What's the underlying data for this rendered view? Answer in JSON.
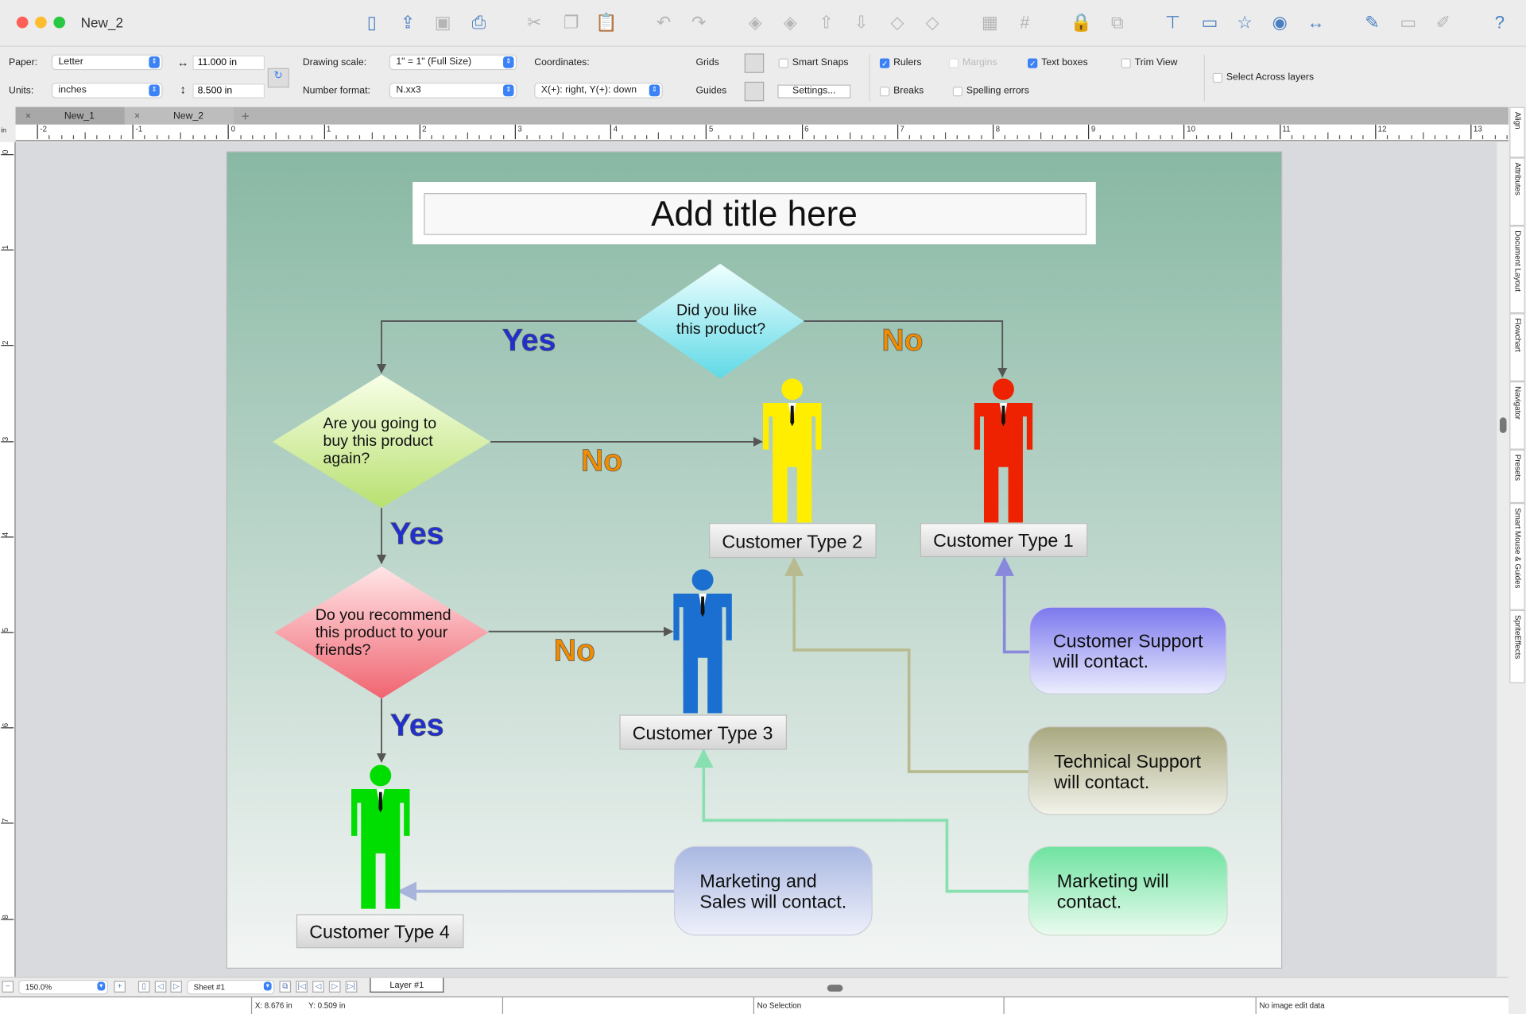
{
  "window": {
    "title": "New_2"
  },
  "toolbar_icons": [
    "new-doc",
    "open",
    "save",
    "print",
    "cut",
    "copy",
    "paste",
    "undo",
    "redo",
    "layer-up",
    "layer-down",
    "bring-forward",
    "send-backward",
    "group",
    "ungroup",
    "table",
    "grid",
    "lock",
    "unlock",
    "guide",
    "ruler",
    "shape",
    "insert",
    "arrow",
    "edit",
    "present",
    "pen",
    "help"
  ],
  "props": {
    "paper_label": "Paper:",
    "paper_value": "Letter",
    "units_label": "Units:",
    "units_value": "inches",
    "width_value": "11.000 in",
    "height_value": "8.500 in",
    "drawing_scale_label": "Drawing scale:",
    "drawing_scale_value": "1\" = 1\"   (Full Size)",
    "number_format_label": "Number format:",
    "number_format_value": "N.xx3",
    "coordinates_label": "Coordinates:",
    "coordinates_value": "X(+): right, Y(+): down",
    "grids_label": "Grids",
    "guides_label": "Guides",
    "smart_snaps": "Smart Snaps",
    "settings_btn": "Settings...",
    "rulers": "Rulers",
    "margins": "Margins",
    "text_boxes": "Text boxes",
    "trim_view": "Trim View",
    "breaks": "Breaks",
    "spelling_errors": "Spelling errors",
    "select_across_layers": "Select Across layers"
  },
  "tabs": [
    {
      "label": "New_1"
    },
    {
      "label": "New_2"
    }
  ],
  "ruler": {
    "h": [
      "-2",
      "-1",
      "0",
      "1",
      "2",
      "3",
      "4",
      "5",
      "6",
      "7",
      "8",
      "9",
      "10",
      "11",
      "12",
      "13"
    ],
    "v": [
      "0",
      "1",
      "2",
      "3",
      "4",
      "5",
      "6",
      "7",
      "8"
    ],
    "unit": "in"
  },
  "side_tabs": [
    "Align",
    "Attributes",
    "Document Layout",
    "Flowchart",
    "Navigator",
    "Presets",
    "Smart Mouse & Guides",
    "SpriteEffects"
  ],
  "diagram": {
    "title": "Add title here",
    "q1": [
      "Did you like",
      "this product?"
    ],
    "q2": [
      "Are you going to",
      "buy this product",
      "again?"
    ],
    "q3": [
      "Do you recommend",
      "this product to your",
      "friends?"
    ],
    "yes": "Yes",
    "no": "No",
    "ct1": "Customer Type 1",
    "ct2": "Customer Type 2",
    "ct3": "Customer Type 3",
    "ct4": "Customer Type 4",
    "cs": [
      "Customer Support",
      "will contact."
    ],
    "ts": [
      "Technical Support",
      "will contact."
    ],
    "mk": [
      "Marketing will",
      "contact."
    ],
    "ms": [
      "Marketing and",
      "Sales will contact."
    ],
    "colors": {
      "yes": "#1f2fd6",
      "no": "#f08c00",
      "yellow": "#ffee00",
      "red": "#ee2200",
      "blue": "#1a6fd0",
      "green": "#00dd00"
    }
  },
  "bottom": {
    "zoom": "150.0%",
    "sheet": "Sheet #1",
    "layer": "Layer #1",
    "x_coord": "X: 8.676 in",
    "y_coord": "Y: 0.509 in",
    "selection": "No Selection",
    "image_edit": "No image edit data"
  }
}
